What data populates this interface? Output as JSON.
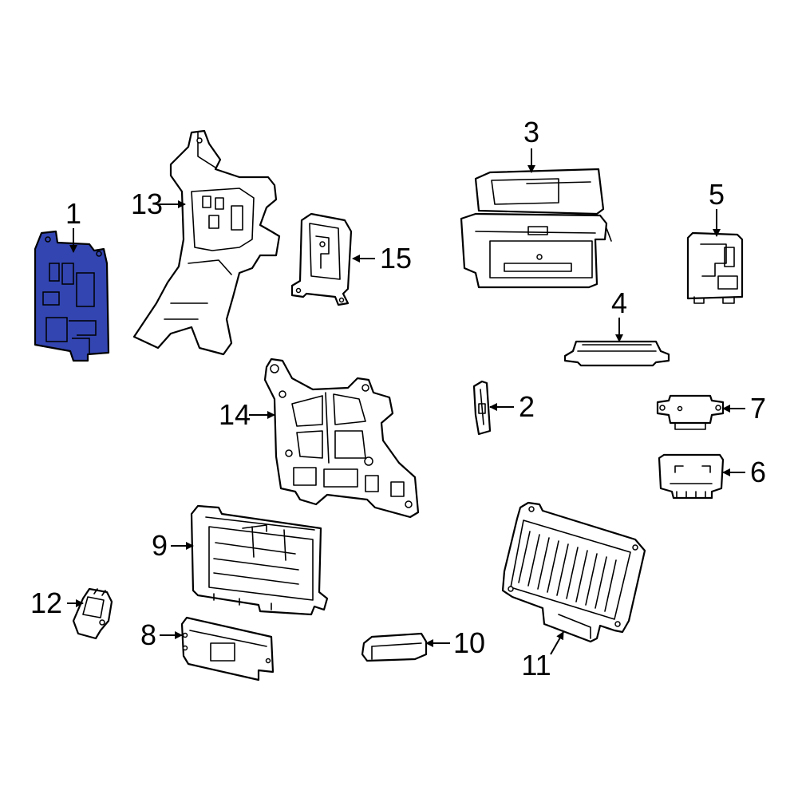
{
  "colors": {
    "highlight": "#3345b0",
    "line": "#000000",
    "background": "#ffffff"
  },
  "highlighted_part": "1",
  "callouts": [
    {
      "id": "c1",
      "label": "1"
    },
    {
      "id": "c2",
      "label": "2"
    },
    {
      "id": "c3",
      "label": "3"
    },
    {
      "id": "c4",
      "label": "4"
    },
    {
      "id": "c5",
      "label": "5"
    },
    {
      "id": "c6",
      "label": "6"
    },
    {
      "id": "c7",
      "label": "7"
    },
    {
      "id": "c8",
      "label": "8"
    },
    {
      "id": "c9",
      "label": "9"
    },
    {
      "id": "c10",
      "label": "10"
    },
    {
      "id": "c11",
      "label": "11"
    },
    {
      "id": "c12",
      "label": "12"
    },
    {
      "id": "c13",
      "label": "13"
    },
    {
      "id": "c14",
      "label": "14"
    },
    {
      "id": "c15",
      "label": "15"
    }
  ]
}
